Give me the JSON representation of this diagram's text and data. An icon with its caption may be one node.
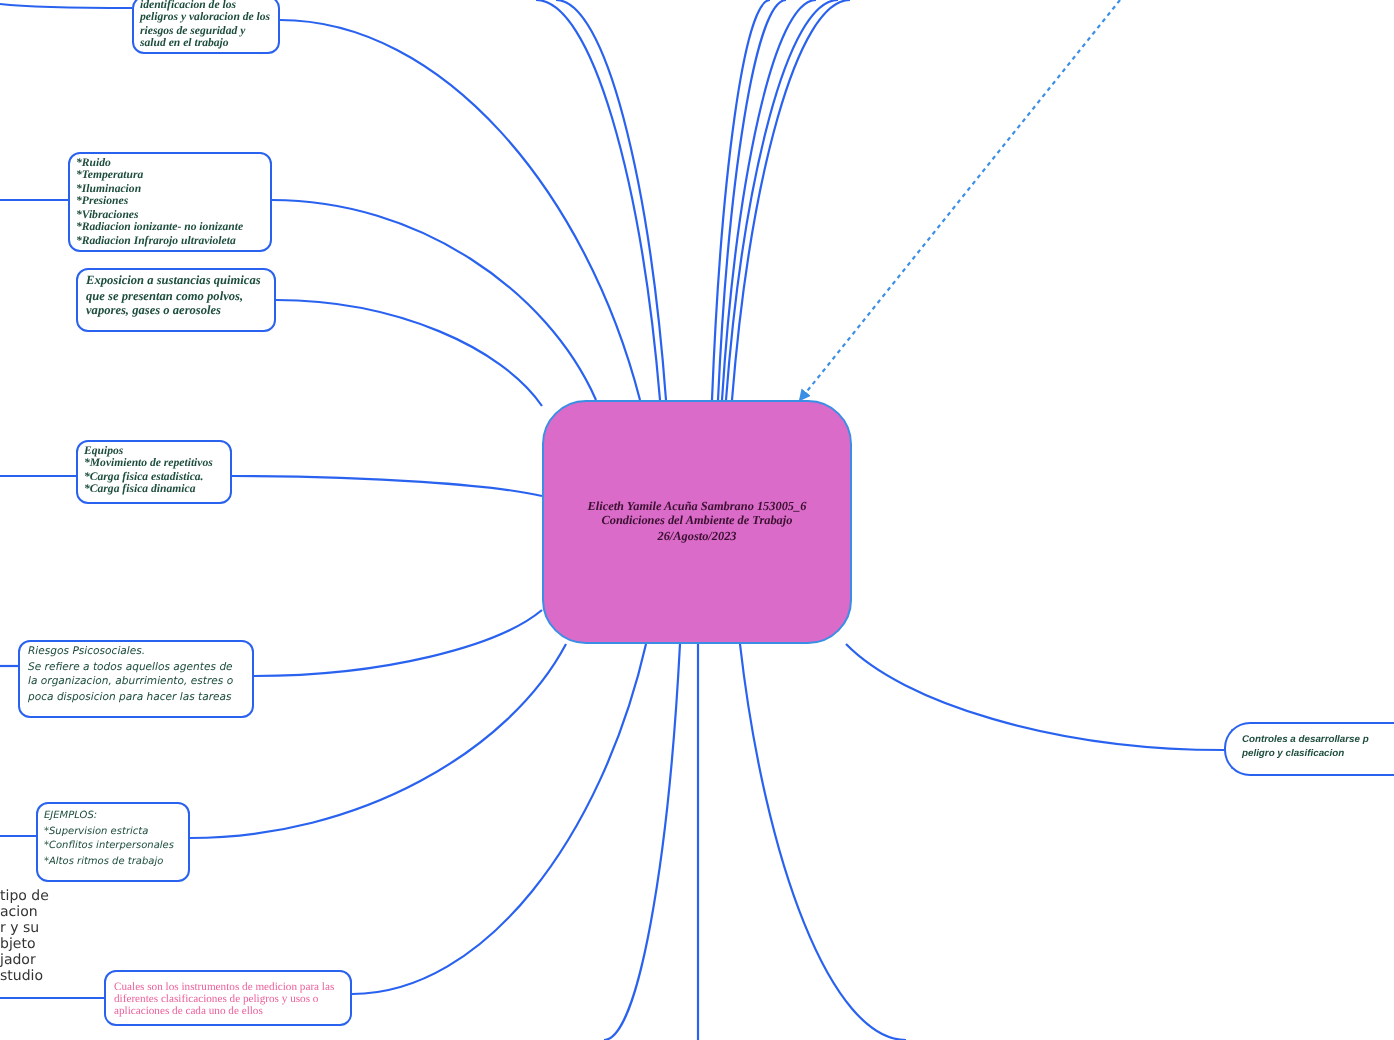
{
  "diagram": {
    "nodes": [
      {
        "text": [
          "Eliceth Yamile Acuña Sambrano 153005_6 Condiciones del Ambiente de Trabajo 26/Agosto/2023"
        ]
      },
      {
        "text": [
          "identificacion de los peligros y valoracion de los riesgos de seguridad y salud en el trabajo"
        ]
      },
      {
        "text": [
          "*Ruido",
          "*Temperatura",
          "*Iluminacion",
          "*Presiones",
          "*Vibraciones",
          "*Radiacion ionizante- no ionizante",
          "*Radiacion Infrarojo ultravioleta"
        ]
      },
      {
        "text": [
          "Exposicion a sustancias quimicas que se presentan como polvos, vapores, gases o aerosoles"
        ]
      },
      {
        "text": [
          "Equipos",
          "*Movimiento de repetitivos",
          "*Carga fisica estadistica.",
          "*Carga fisica dinamica"
        ]
      },
      {
        "text": [
          "Riesgos Psicosociales.",
          "Se refiere a todos aquellos agentes de la organizacion, aburrimiento, estres o poca disposicion para hacer las tareas"
        ]
      },
      {
        "text": [
          "EJEMPLOS:",
          "*Supervision estricta",
          "*Conflitos interpersonales",
          "*Altos ritmos de trabajo"
        ]
      },
      {
        "text": [
          "Cuales son los instrumentos de medicion para las diferentes clasificaciones de peligros y usos o aplicaciones de cada uno de ellos"
        ]
      },
      {
        "text": [
          "Controles a desarrollarse p",
          "peligro y clasificacion"
        ]
      }
    ],
    "edges": [
      {
        "from": 0,
        "to": 1,
        "arrow": "none"
      },
      {
        "from": 0,
        "to": 2,
        "arrow": "none"
      },
      {
        "from": 0,
        "to": 3,
        "arrow": "none"
      },
      {
        "from": 0,
        "to": 4,
        "arrow": "none"
      },
      {
        "from": 0,
        "to": 5,
        "arrow": "none"
      },
      {
        "from": 0,
        "to": 6,
        "arrow": "none"
      },
      {
        "from": 0,
        "to": 7,
        "arrow": "none"
      },
      {
        "from": 0,
        "to": 8,
        "arrow": "none"
      },
      {
        "from": 0,
        "to": null,
        "arrow": "none"
      },
      {
        "from": 0,
        "to": null,
        "arrow": "none"
      },
      {
        "from": 0,
        "to": null,
        "arrow": "none"
      },
      {
        "from": 0,
        "to": null,
        "arrow": "none"
      },
      {
        "from": 0,
        "to": null,
        "arrow": "none"
      },
      {
        "from": 0,
        "to": null,
        "arrow": "none"
      },
      {
        "from": 0,
        "to": null,
        "arrow": "none"
      },
      {
        "from": 0,
        "to": null,
        "arrow": "none"
      },
      {
        "from": 0,
        "to": null,
        "arrow": "none"
      },
      {
        "from": 0,
        "to": null,
        "arrow": "none"
      },
      {
        "from": null,
        "to": 0,
        "arrow": "to",
        "style": "dashed",
        "color": "#3a8ee6"
      },
      {
        "from": null,
        "to": 1,
        "arrow": "none"
      },
      {
        "from": null,
        "to": 2,
        "arrow": "none"
      },
      {
        "from": null,
        "to": 4,
        "arrow": "none"
      },
      {
        "from": null,
        "to": 5,
        "arrow": "none"
      },
      {
        "from": null,
        "to": 6,
        "arrow": "none"
      },
      {
        "from": null,
        "to": 7,
        "arrow": "none"
      }
    ],
    "labels": [
      "tipo de",
      "acion",
      "r y su",
      "bjeto",
      "jador",
      "studio"
    ]
  }
}
